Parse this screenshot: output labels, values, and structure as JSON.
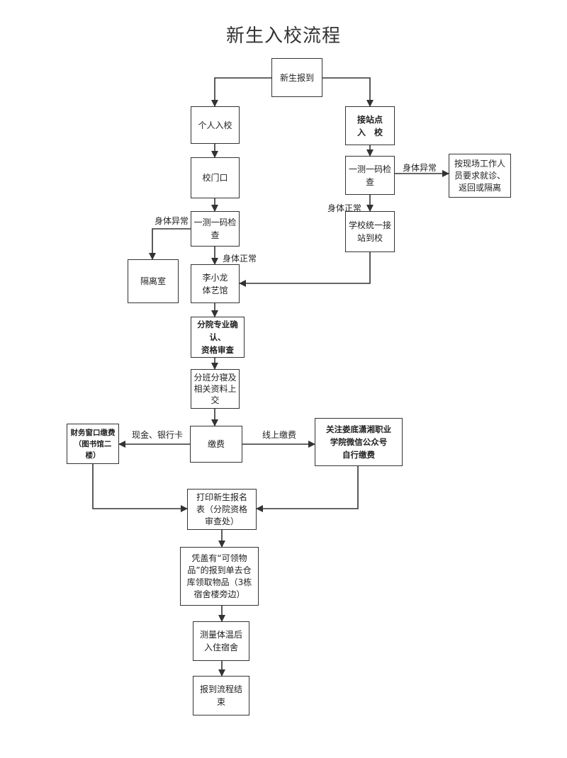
{
  "title": "新生入校流程",
  "nodes": {
    "report": "新生报到",
    "personal": "个人入校",
    "gate": "校门口",
    "check_left": "一测一码检\n查",
    "isolation": "隔离室",
    "gym": "李小龙\n体艺馆",
    "confirm": "分院专业确认、\n资格审查",
    "assign": "分班分寝及\n相关资料上\n交",
    "pay": "缴费",
    "finance": "财务窗口缴费\n（图书馆二楼）",
    "online": "关注娄底潇湘职业\n学院微信公众号\n自行缴费",
    "print": "打印新生报名\n表（分院资格\n审查处）",
    "goods": "凭盖有“可领物\n品”的报到单去仓\n库领取物品（3栋\n宿舍楼旁边）",
    "temp": "测量体温后\n入住宿舍",
    "end": "报到流程结\n束",
    "station": "接站点\n入　校",
    "check_right": "一测一码检\n查",
    "staff": "按现场工作人\n员要求就诊、\n返回或隔离",
    "shuttle": "学校统一接\n站到校"
  },
  "labels": {
    "abnormal_left": "身体异常",
    "normal_left": "身体正常",
    "abnormal_right": "身体异常",
    "normal_right": "身体正常",
    "cash": "现金、银行卡",
    "online_pay": "线上缴费"
  }
}
